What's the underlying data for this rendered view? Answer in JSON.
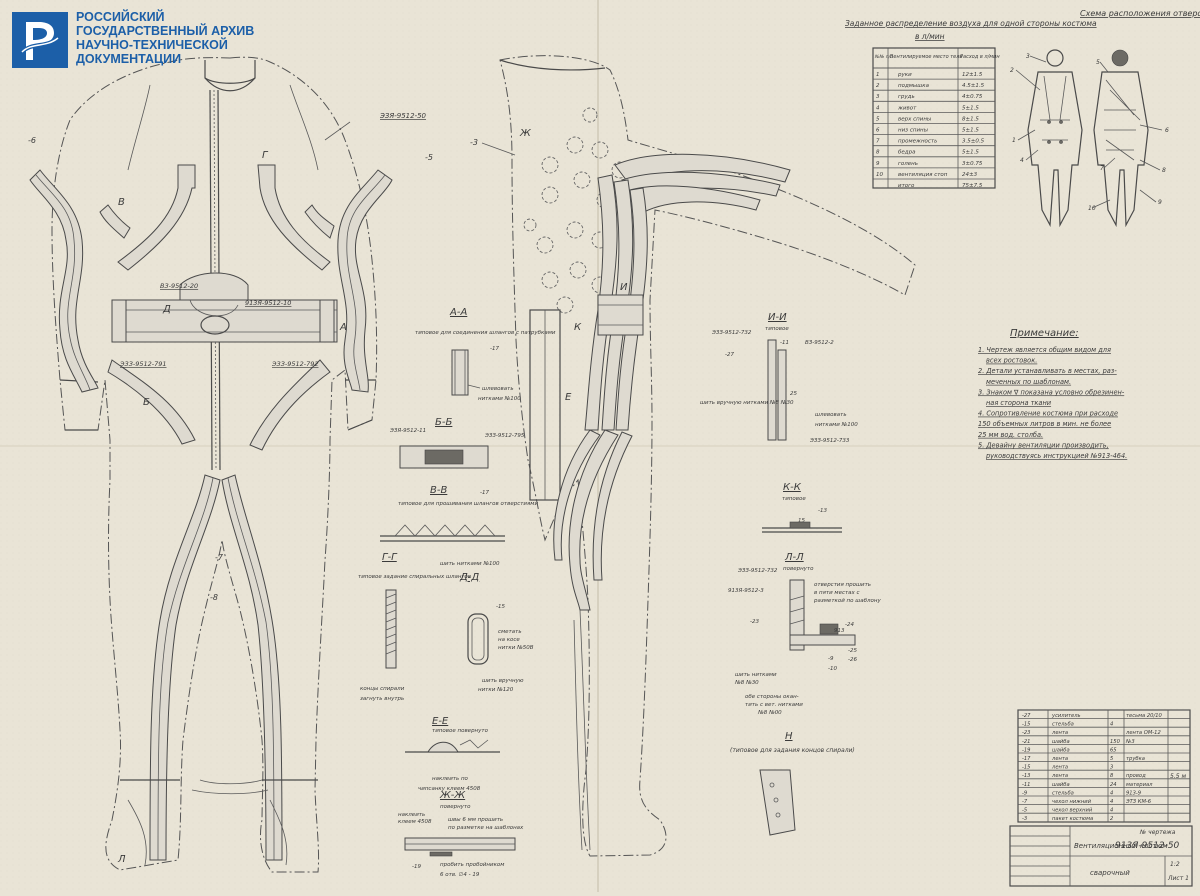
{
  "archive": {
    "name_lines": [
      "РОССИЙСКИЙ",
      "ГОСУДАРСТВЕННЫЙ АРХИВ",
      "НАУЧНО-ТЕХНИЧЕСКОЙ",
      "ДОКУМЕНТАЦИИ"
    ]
  },
  "drawing": {
    "part_number_main": "ЭЗЯ-9512-50",
    "front_labels": {
      "item_20": "ВЗ-9512-20",
      "item_10": "913Я-9512-10",
      "item_791": "ЭЗЗ-9512-791",
      "item_792": "ЭЗЗ-9512-792"
    },
    "callout_numbers": [
      "-6",
      "-5",
      "-3",
      "-8",
      "-7"
    ],
    "section_letters": [
      "Ж",
      "К",
      "И",
      "Е",
      "Г",
      "В",
      "Б",
      "Д",
      "А",
      "Л"
    ]
  },
  "air_table": {
    "title": "Заданное распределение воздуха для одной стороны костюма",
    "unit": "в л/мин",
    "headers": [
      "№№ п/п",
      "Вентилируемое место тела",
      "Расход в л/мин"
    ],
    "rows": [
      [
        "1",
        "руки",
        "12±1.5"
      ],
      [
        "2",
        "подмышка",
        "4.5±1.5"
      ],
      [
        "3",
        "грудь",
        "4±0.75"
      ],
      [
        "4",
        "живот",
        "5±1.5"
      ],
      [
        "5",
        "верх спины",
        "8±1.5"
      ],
      [
        "6",
        "низ спины",
        "5±1.5"
      ],
      [
        "7",
        "промежность",
        "3.5±0.5"
      ],
      [
        "8",
        "бедра",
        "5±1.5"
      ],
      [
        "9",
        "голень",
        "3±0.75"
      ],
      [
        "10",
        "вентиляция стоп",
        "24±3"
      ],
      [
        "",
        "итого",
        "75±7.5"
      ]
    ]
  },
  "scheme": {
    "title": "Схема расположения отверстий для выхода воздуха",
    "numbers": [
      "1",
      "2",
      "3",
      "4",
      "5",
      "6",
      "7",
      "8",
      "9",
      "10"
    ]
  },
  "notes": {
    "title": "Примечание:",
    "lines": [
      "1. Чертеж является общим видом для",
      "всех ростовок.",
      "2. Детали устанавливать в местах, раз-",
      "меченных по шаблонам.",
      "3. Знаком ∇ показана условно обрезинен-",
      "ная сторона ткани",
      "4. Сопротивление костюма при расходе",
      "150 объемных литров в мин. не более",
      "25 мм вод. столба.",
      "5. Девайну вентиляции производить,",
      "руководствуясь инструкцией №913-464."
    ]
  },
  "sections": {
    "AA": {
      "title": "А-А",
      "sub": "типовое для соединения шлангов с патрубками",
      "l1": "шлевовать",
      "l2": "нитками №100",
      "n": "-17"
    },
    "BB": {
      "title": "Б-Б",
      "l1": "ЭЗЯ-9512-11",
      "l2": "ЭЗЗ-9512-795",
      "n": "-17"
    },
    "VV": {
      "title": "В-В",
      "sub": "типовое для прошивания шлангов отверстиями",
      "l1": "шить нитками №100"
    },
    "GG": {
      "title": "Г-Г",
      "sub": "типовое задание спиральных шлангов",
      "l1": "концы спирали",
      "l2": "загнуть внутрь"
    },
    "DD": {
      "title": "Д-Д",
      "n": "-15",
      "l1": "сметать",
      "l2": "на косе",
      "l3": "нитки №50В",
      "l4": "шить вручную",
      "l5": "нитки №120"
    },
    "EE": {
      "title": "Е-Е",
      "sub": "типовое повернуто",
      "l1": "наклеить по",
      "l2": "чипсанку клеем 4508"
    },
    "ZhZh": {
      "title": "Ж-Ж",
      "sub": "повернуто",
      "l1": "наклеить",
      "l2": "клеем 4508",
      "l3": "швы 6 мм прошить",
      "l4": "по разметке на шаблонах",
      "l5": "пробить пробойником",
      "l6": "6 отв. ∅4 - 19",
      "n": "-19"
    },
    "II": {
      "title": "И-И",
      "sub": "типовое",
      "l1": "ЭЗЗ-9512-732",
      "l2": "ВЗ-9512-2",
      "l3": "шить вручную нитками №8 №30",
      "l4": "шлевовать",
      "l5": "нитками №100",
      "l6": "ЭЗЗ-9512-733",
      "n1": "-27",
      "n2": "-11",
      "n3": "25"
    },
    "KK": {
      "title": "К-К",
      "sub": "типовое",
      "n1": "-13",
      "n2": "15"
    },
    "LL": {
      "title": "Л-Л",
      "sub": "повернуто",
      "l1": "ЭЗЗ-9512-732",
      "l2": "913Я-9512-3",
      "l3": "отверстия прошить",
      "l4": "в пяти местах с",
      "l5": "разметкой по шаблону",
      "l6": "шить нитками",
      "l7": "№8 №30",
      "l8": "обе стороны окан-",
      "l9": "тить с вет. нитками",
      "l10": "№8 №00",
      "n1": "-23",
      "n2": "-24",
      "n3": "-25",
      "n4": "-26",
      "n5": "-9",
      "n6": "-10",
      "n7": "913"
    },
    "N": {
      "title": "Н",
      "sub": "(типовое для задания концов спирали)"
    }
  },
  "spec_table": {
    "rows": [
      [
        "-27",
        "усилитель",
        "",
        "",
        "тесьма 20/10"
      ],
      [
        "-15",
        "стельба",
        "4",
        "",
        ""
      ],
      [
        "-23",
        "лента",
        "",
        "",
        "лента ОМ-12"
      ],
      [
        "-21",
        "шайба",
        "150",
        "",
        "№3"
      ],
      [
        "-19",
        "шайба",
        "65",
        "",
        ""
      ],
      [
        "-17",
        "лента",
        "5",
        "",
        "трубка"
      ],
      [
        "-15",
        "лента",
        "3",
        "",
        ""
      ],
      [
        "-13",
        "лента",
        "8",
        "",
        "провод"
      ],
      [
        "-11",
        "шайба",
        "24",
        "",
        "материал"
      ],
      [
        "-9",
        "стельба",
        "4",
        "",
        "913-9"
      ],
      [
        "-7",
        "чехол нижний",
        "4",
        "",
        "ЭТЗ КМ-6"
      ],
      [
        "-5",
        "чехол верхний",
        "4",
        "",
        ""
      ],
      [
        "-3",
        "пакет костюма",
        "2",
        "",
        ""
      ]
    ],
    "right_note": "5.5 м"
  },
  "title_block": {
    "doc_label": "№ чертежа",
    "doc_number": "913Я-9512-50",
    "title": "Вентиляционный костюм",
    "subtitle": "сварочный",
    "sheet": "1",
    "sheets": "1:2",
    "sheet_label": "Лист 1"
  }
}
